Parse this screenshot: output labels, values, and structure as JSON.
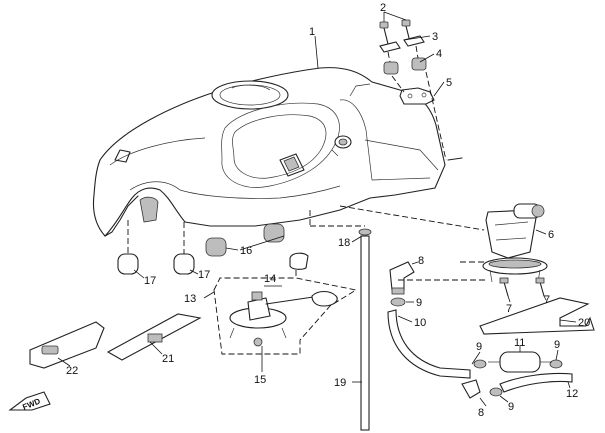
{
  "diagram": {
    "callouts": [
      "1",
      "2",
      "3",
      "4",
      "5",
      "6",
      "7",
      "7",
      "8",
      "8",
      "9",
      "9",
      "9",
      "9",
      "10",
      "11",
      "12",
      "13",
      "14",
      "15",
      "16",
      "17",
      "17",
      "18",
      "19",
      "20",
      "21",
      "22"
    ],
    "direction_marker": "FWD"
  }
}
